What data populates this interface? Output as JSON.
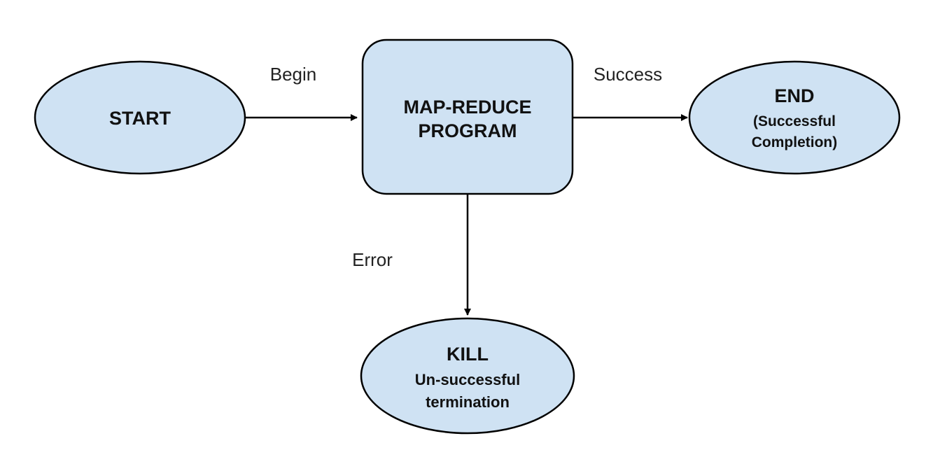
{
  "colors": {
    "node_fill": "#cfe2f3",
    "node_stroke": "#000000",
    "edge": "#000000"
  },
  "nodes": {
    "start": {
      "label": "START"
    },
    "program": {
      "line1": "MAP-REDUCE",
      "line2": "PROGRAM"
    },
    "end": {
      "line1": "END",
      "line2": "(Successful",
      "line3": "Completion)"
    },
    "kill": {
      "line1": "KILL",
      "line2": "Un-successful",
      "line3": "termination"
    }
  },
  "edges": {
    "begin": {
      "label": "Begin"
    },
    "success": {
      "label": "Success"
    },
    "error": {
      "label": "Error"
    }
  }
}
